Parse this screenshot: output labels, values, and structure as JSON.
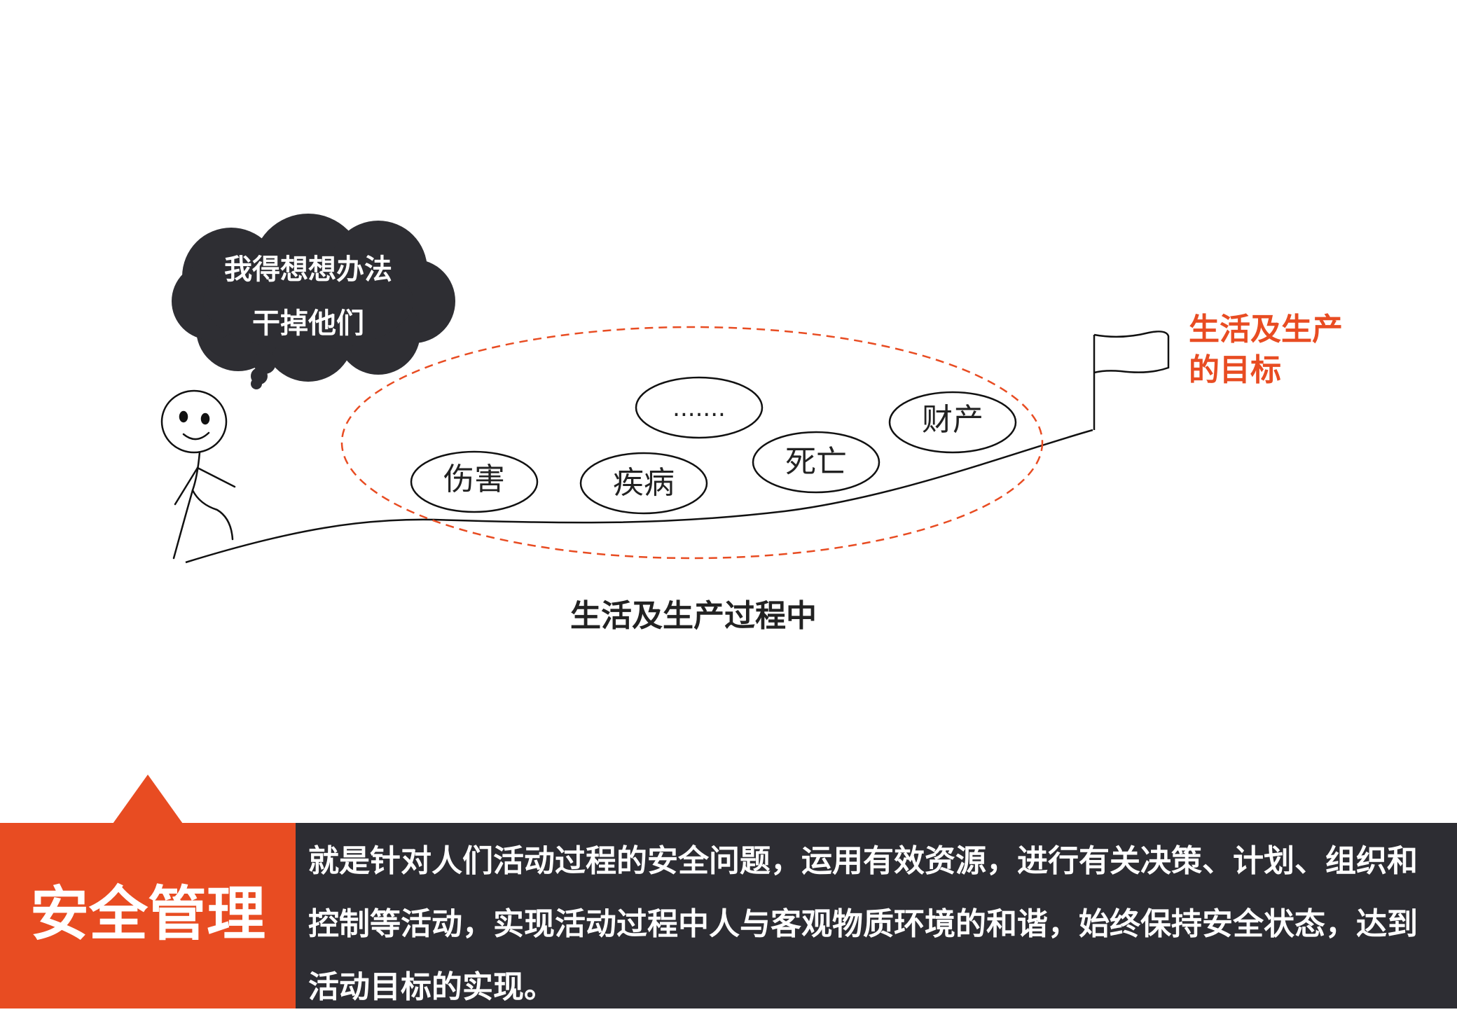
{
  "thought_bubble": {
    "line1": "我得想想办法",
    "line2": "干掉他们"
  },
  "ovals": {
    "injury": "伤害",
    "disease": "疾病",
    "ellipsis": ".......",
    "death": "死亡",
    "property": "财产"
  },
  "goal": {
    "line1": "生活及生产",
    "line2": "的目标"
  },
  "caption": "生活及生产过程中",
  "banner": {
    "title": "安全管理",
    "definition": "就是针对人们活动过程的安全问题，运用有效资源，进行有关决策、计划、组织和控制等活动，实现活动过程中人与客观物质环境的和谐，始终保持安全状态，达到活动目标的实现。"
  },
  "colors": {
    "accent": "#e84c22",
    "dark": "#2d2d33",
    "bubble": "#2e2e33"
  }
}
